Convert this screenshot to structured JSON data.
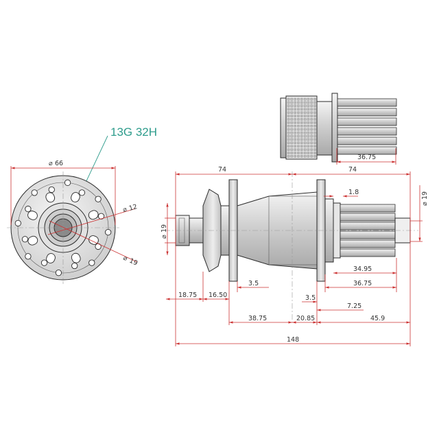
{
  "annotation": {
    "spec": "13G 32H"
  },
  "front_view": {
    "outer_diameter": "66",
    "axle_bore": "12",
    "bearing_diameter": "19"
  },
  "freehub": {
    "length": "36.75"
  },
  "side_view": {
    "left_half": "74",
    "right_half": "74",
    "total_width": "148",
    "right_diameter": "19",
    "left_diameter": "19",
    "dims": {
      "d_1_8": "1.8",
      "d_34_95": "34.95",
      "d_36_75": "36.75",
      "d_3_5_a": "3.5",
      "d_18_75": "18.75",
      "d_16_50": "16.50",
      "d_3_5_b": "3.5",
      "d_7_25": "7.25",
      "d_38_75": "38.75",
      "d_20_85": "20.85",
      "d_45_9": "45.9"
    }
  },
  "colors": {
    "dimension": "#cc3333",
    "callout": "#2e9c8c",
    "part": "#2a2a2a",
    "body_fill": "#d8d8d8"
  }
}
